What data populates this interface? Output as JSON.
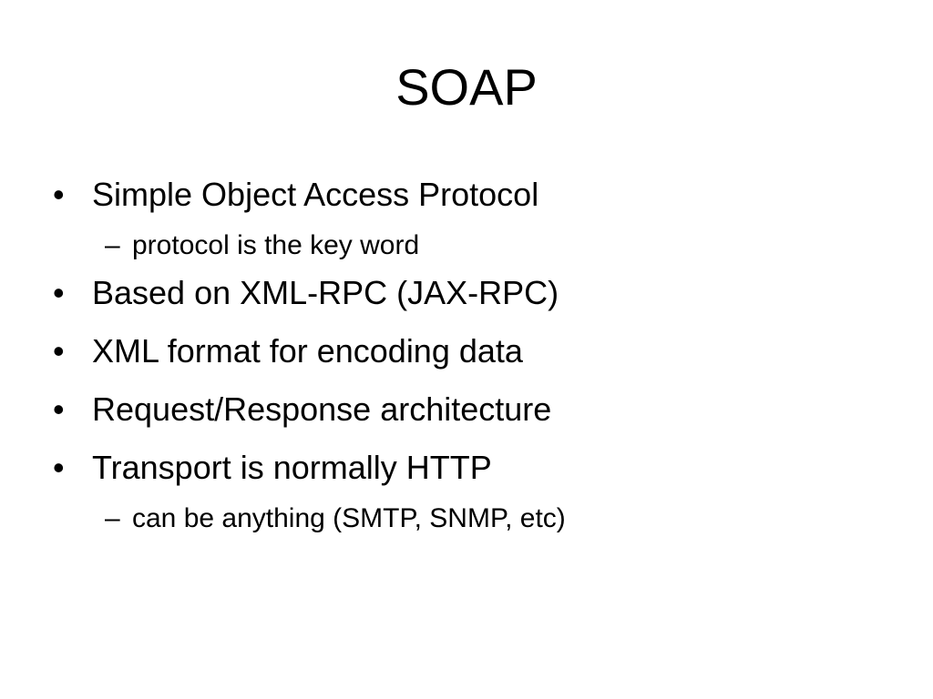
{
  "slide": {
    "title": "SOAP",
    "bullets": [
      {
        "marker": "•",
        "text": "Simple Object Access Protocol",
        "sub": [
          {
            "marker": "–",
            "text": "protocol is the key word"
          }
        ]
      },
      {
        "marker": "•",
        "text": "Based on XML-RPC (JAX-RPC)"
      },
      {
        "marker": "•",
        "text": "XML format for encoding data"
      },
      {
        "marker": "•",
        "text": "Request/Response architecture"
      },
      {
        "marker": "•",
        "text": "Transport is normally HTTP",
        "sub": [
          {
            "marker": "–",
            "text": "can be anything (SMTP, SNMP, etc)"
          }
        ]
      }
    ]
  }
}
